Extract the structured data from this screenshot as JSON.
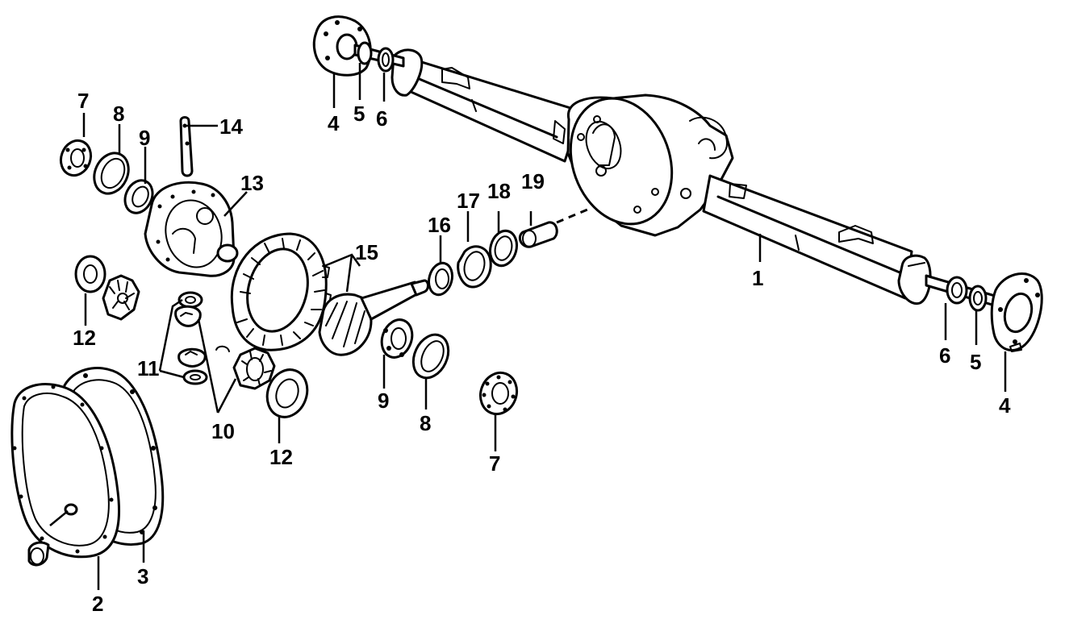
{
  "diagram": {
    "type": "exploded parts diagram",
    "subject": "rear axle housing and differential"
  },
  "callouts": {
    "c1": "1",
    "c2": "2",
    "c3": "3",
    "c4a": "4",
    "c5a": "5",
    "c6a": "6",
    "c4b": "4",
    "c5b": "5",
    "c6b": "6",
    "c7a": "7",
    "c8a": "8",
    "c9a": "9",
    "c7b": "7",
    "c8b": "8",
    "c9b": "9",
    "c10": "10",
    "c11": "11",
    "c12a": "12",
    "c12b": "12",
    "c13": "13",
    "c14": "14",
    "c15": "15",
    "c16": "16",
    "c17": "17",
    "c18": "18",
    "c19": "19"
  },
  "colors": {
    "ink": "#000000",
    "paper": "#ffffff"
  }
}
